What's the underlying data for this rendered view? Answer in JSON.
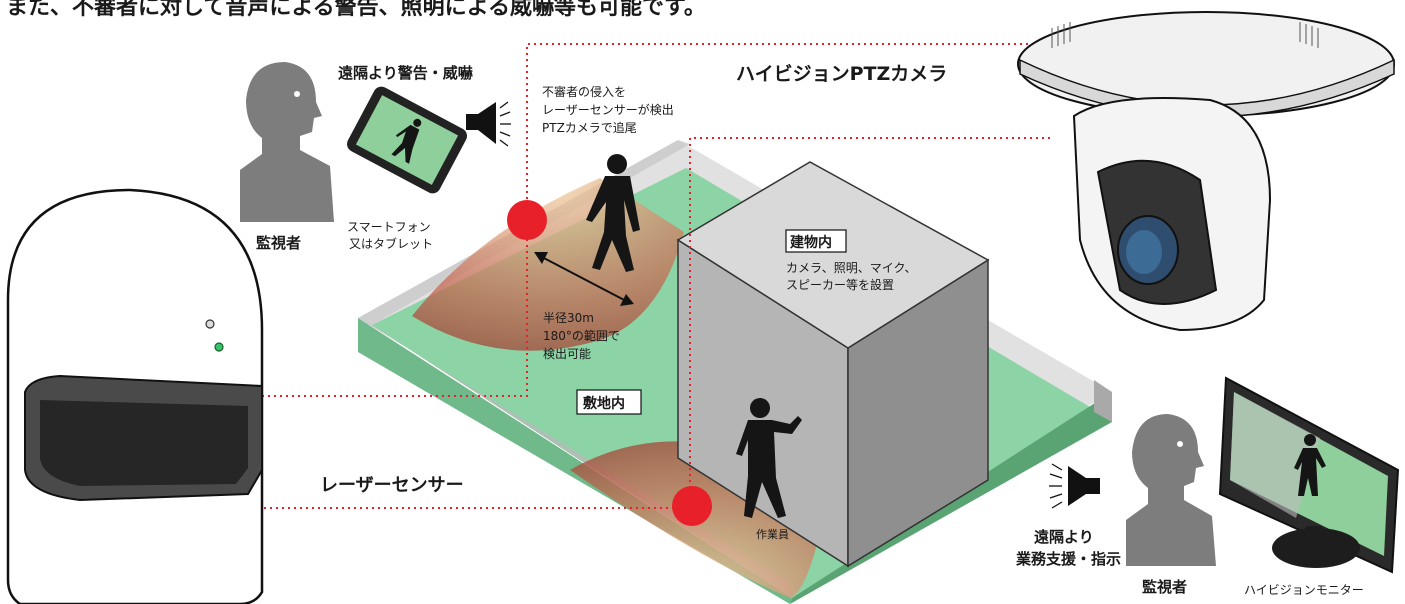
{
  "header_text": "また、不審者に対して音声による警告、照明による威嚇等も可能です。",
  "labels": {
    "remote_warning": "遠隔より警告・威嚇",
    "ptz_camera": "ハイビジョンPTZカメラ",
    "intrusion_line1": "不審者の侵入を",
    "intrusion_line2": "レーザーセンサーが検出",
    "intrusion_line3": "PTZカメラで追尾",
    "monitor_person_left": "監視者",
    "device_line1": "スマートフォン",
    "device_line2": "又はタブレット",
    "building": "建物内",
    "building_desc_line1": "カメラ、照明、マイク、",
    "building_desc_line2": "スピーカー等を設置",
    "radius_line1": "半径30m",
    "radius_line2": "180°の範囲で",
    "radius_line3": "検出可能",
    "premises": "敷地内",
    "laser_sensor": "レーザーセンサー",
    "worker": "作業員",
    "remote_support_line1": "遠隔より",
    "remote_support_line2": "業務支援・指示",
    "monitor_person_right": "監視者",
    "hd_monitor": "ハイビジョンモニター"
  },
  "colors": {
    "ground": "#8cd3a6",
    "ground_side": "#6ab886",
    "wall": "#c9c9c9",
    "building_front": "#b5b5b5",
    "building_top": "#dcdcdc",
    "building_side": "#8f8f8f",
    "sensor_dot": "#e8202a",
    "dotted_line": "#e8202a",
    "person": "#7d7d7d",
    "silhouette": "#151515",
    "detection_zone": "#c0624a"
  }
}
